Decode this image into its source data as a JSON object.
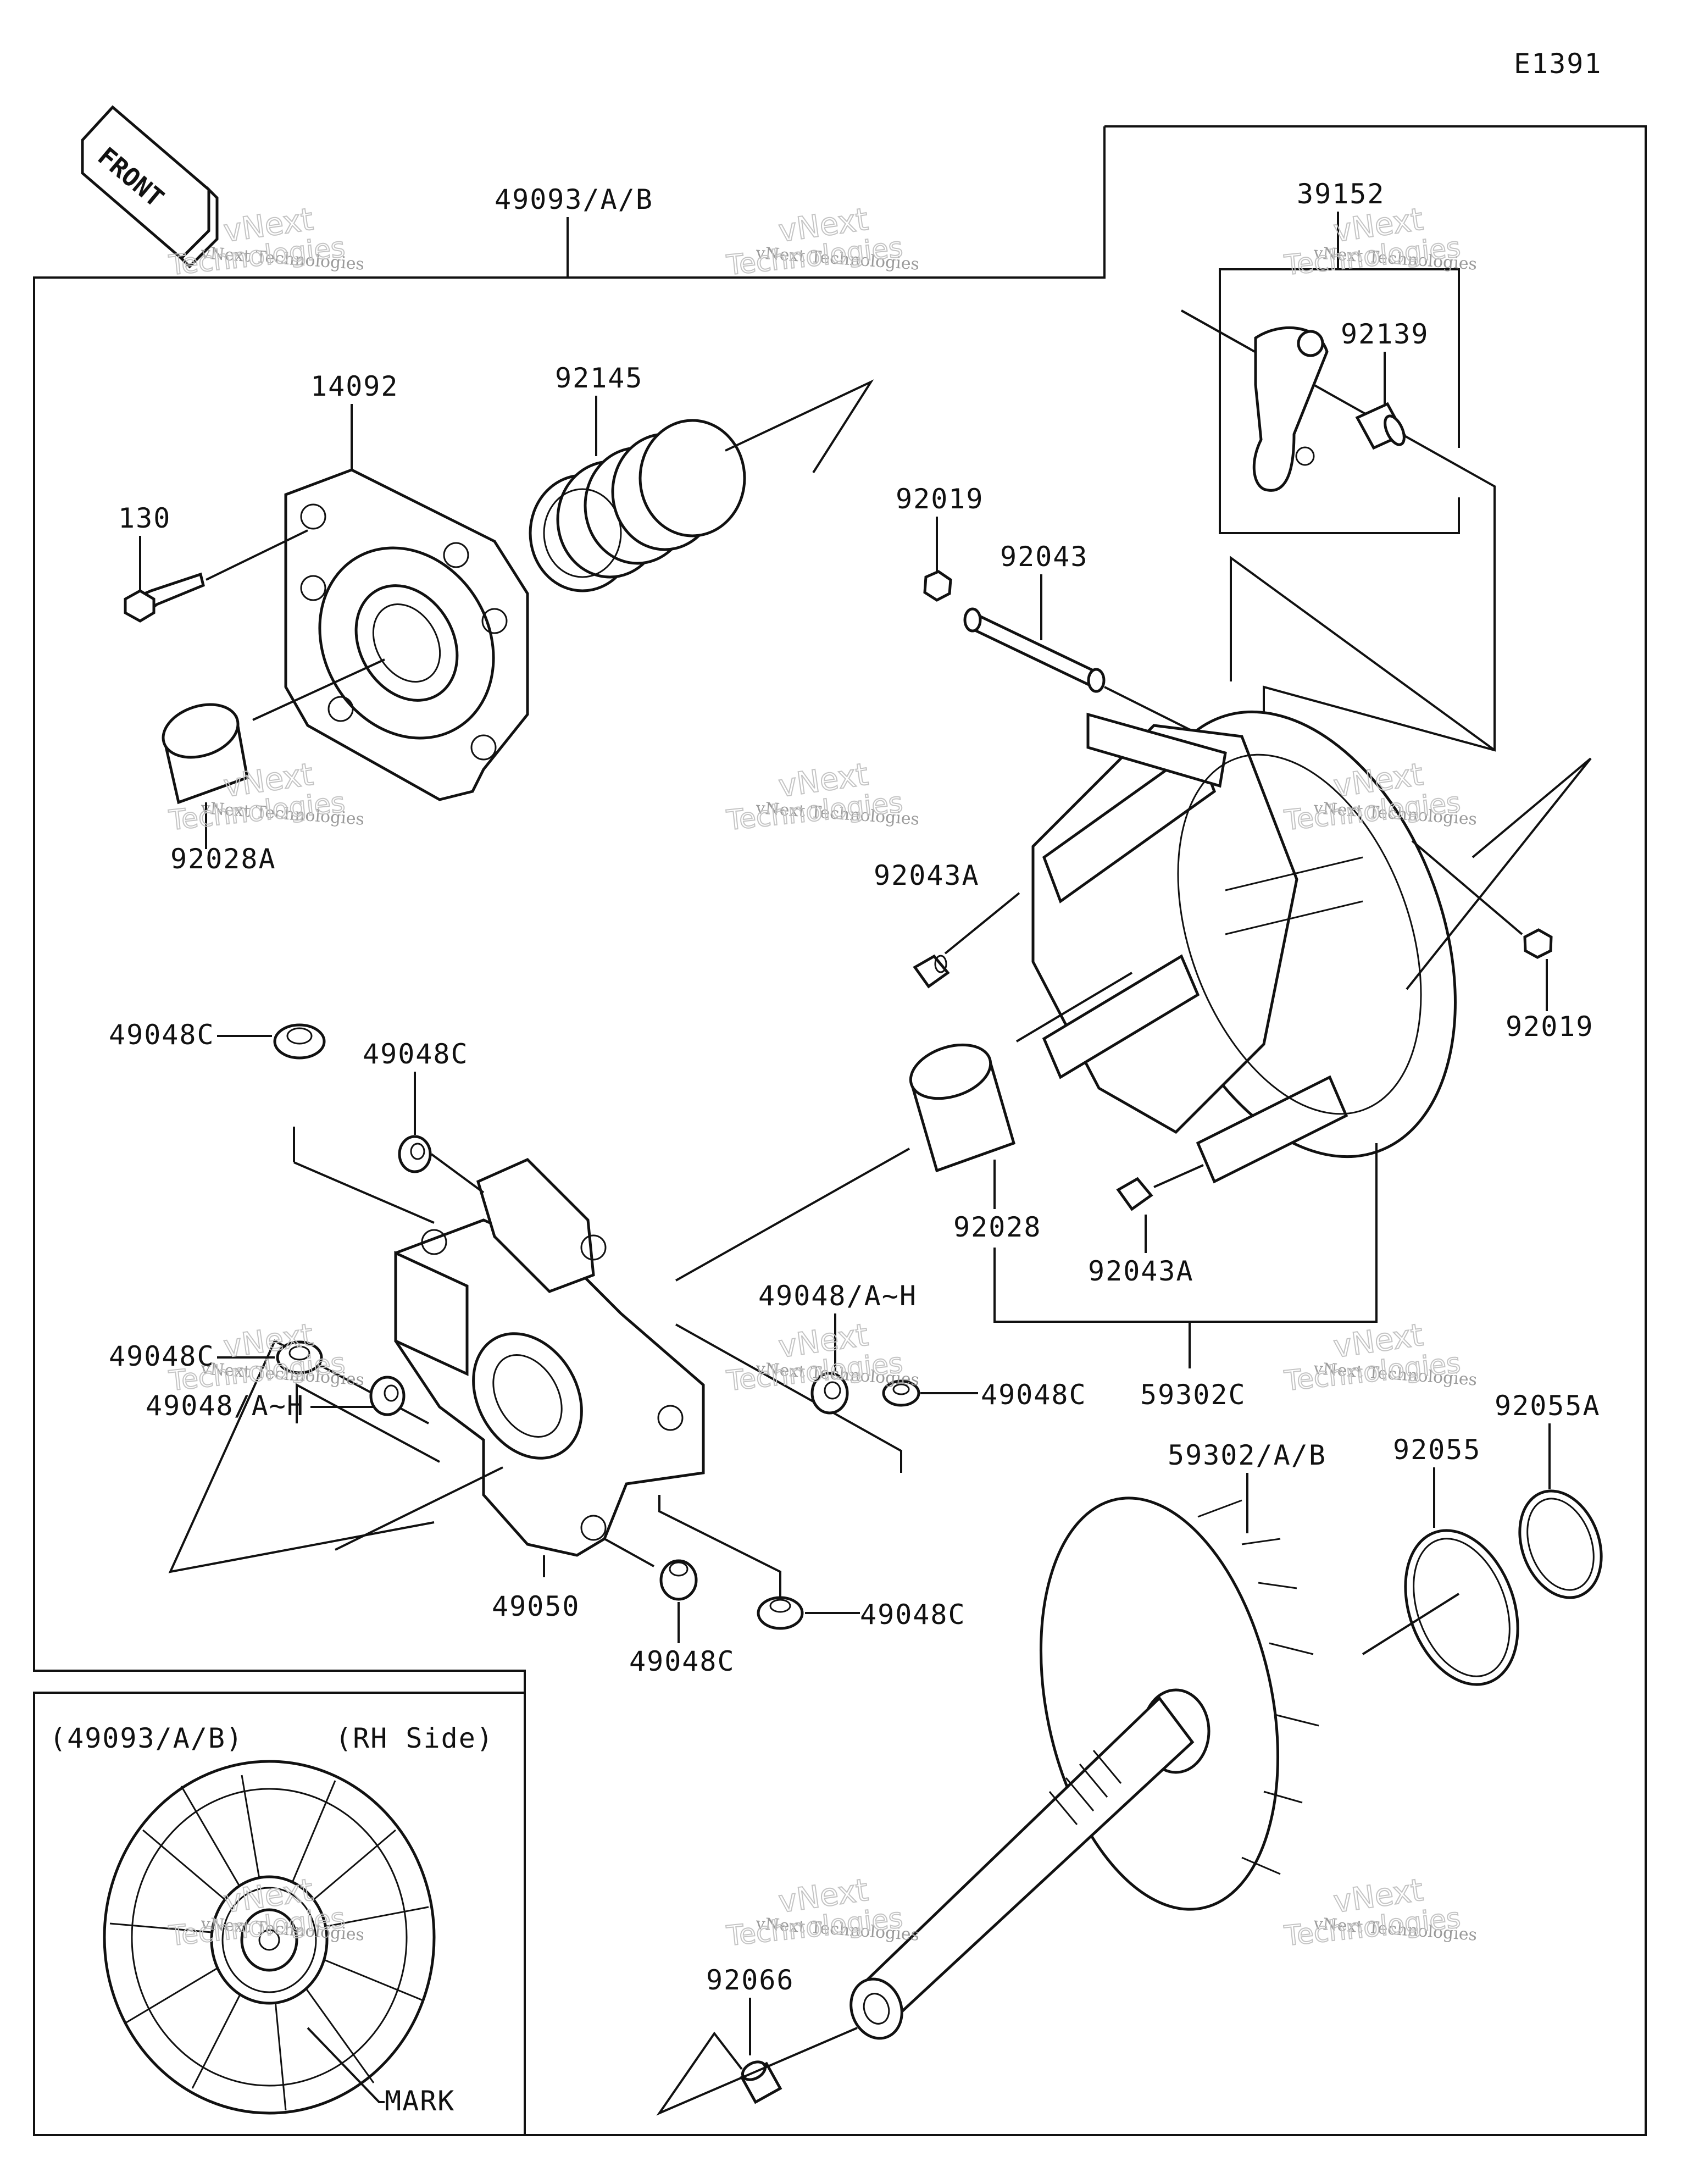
{
  "figure_code": "E1391",
  "front_arrow": {
    "label": "FRONT",
    "icon": "front-arrow-icon"
  },
  "assembly_label": "49093/A/B",
  "inset": {
    "title_left": "(49093/A/B)",
    "title_right": "(RH Side)",
    "mark_label": "MARK"
  },
  "watermark": {
    "line1": "vNext Technologies",
    "line2": "vNext",
    "line3": "Technologies"
  },
  "callouts": [
    "39152",
    "92139",
    "14092",
    "92145",
    "130",
    "92028A",
    "92019",
    "92043",
    "92043A",
    "92019",
    "49048C",
    "49048C",
    "92028",
    "92043A",
    "49048/A~H",
    "49048C",
    "49048/A~H",
    "49048C",
    "59302C",
    "92055A",
    "92055",
    "59302/A/B",
    "49050",
    "49048C",
    "49048C",
    "92066"
  ]
}
